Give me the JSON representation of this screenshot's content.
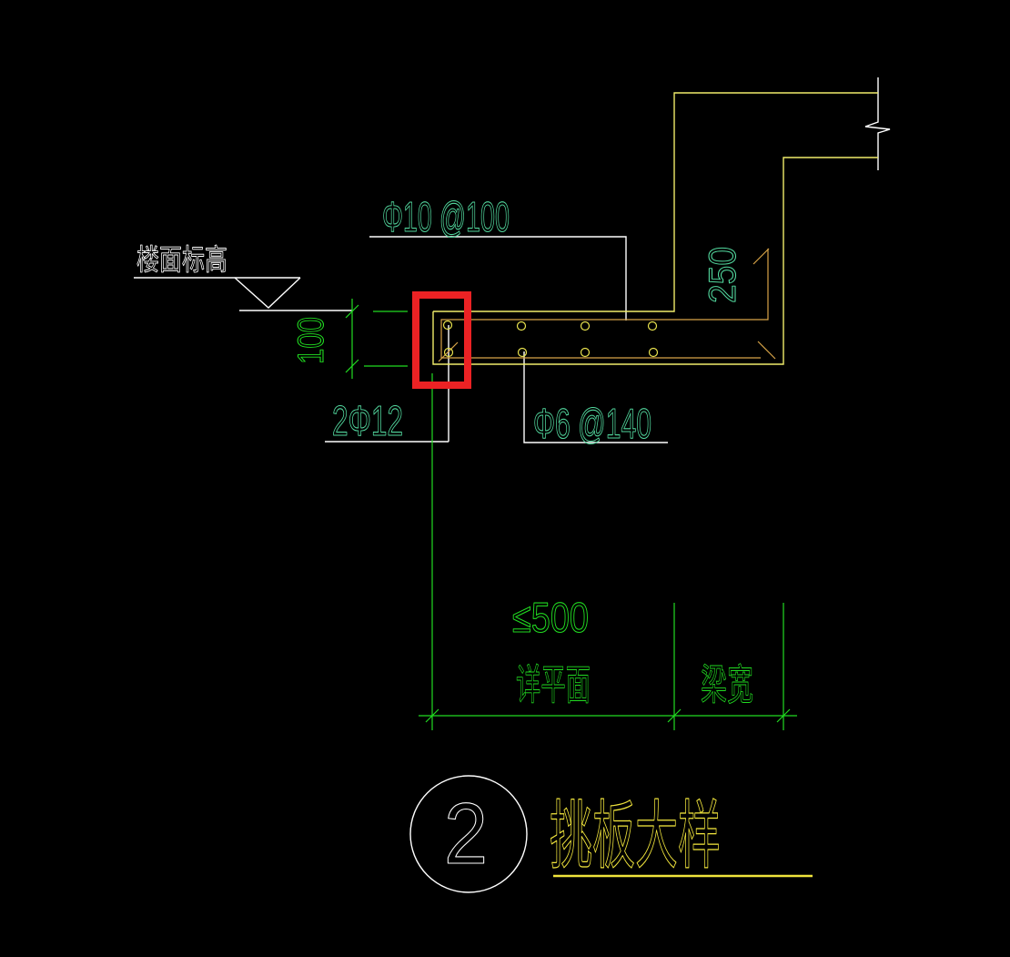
{
  "drawing": {
    "detail_number": "2",
    "title": "挑板大样",
    "elevation_label": "楼面标高",
    "callouts": {
      "top_rebar": "Φ10 @100",
      "edge_bars": "2Φ12",
      "distribution_bars": "Φ6 @140"
    },
    "dimensions": {
      "slab_thickness": "100",
      "step_height": "250",
      "cantilever_length": "≤500",
      "cantilever_note": "详平面",
      "beam_width_label": "梁宽"
    },
    "colors": {
      "background": "#000000",
      "white": "#FFFFFF",
      "outline": "#F0EC6A",
      "rebar": "#D8A448",
      "accent_circles": "#E8E24E",
      "dimension_green": "#21DB21",
      "callout_green": "#52D89E",
      "highlight_red": "#EC2224",
      "title_yellow": "#F0E43C"
    }
  }
}
